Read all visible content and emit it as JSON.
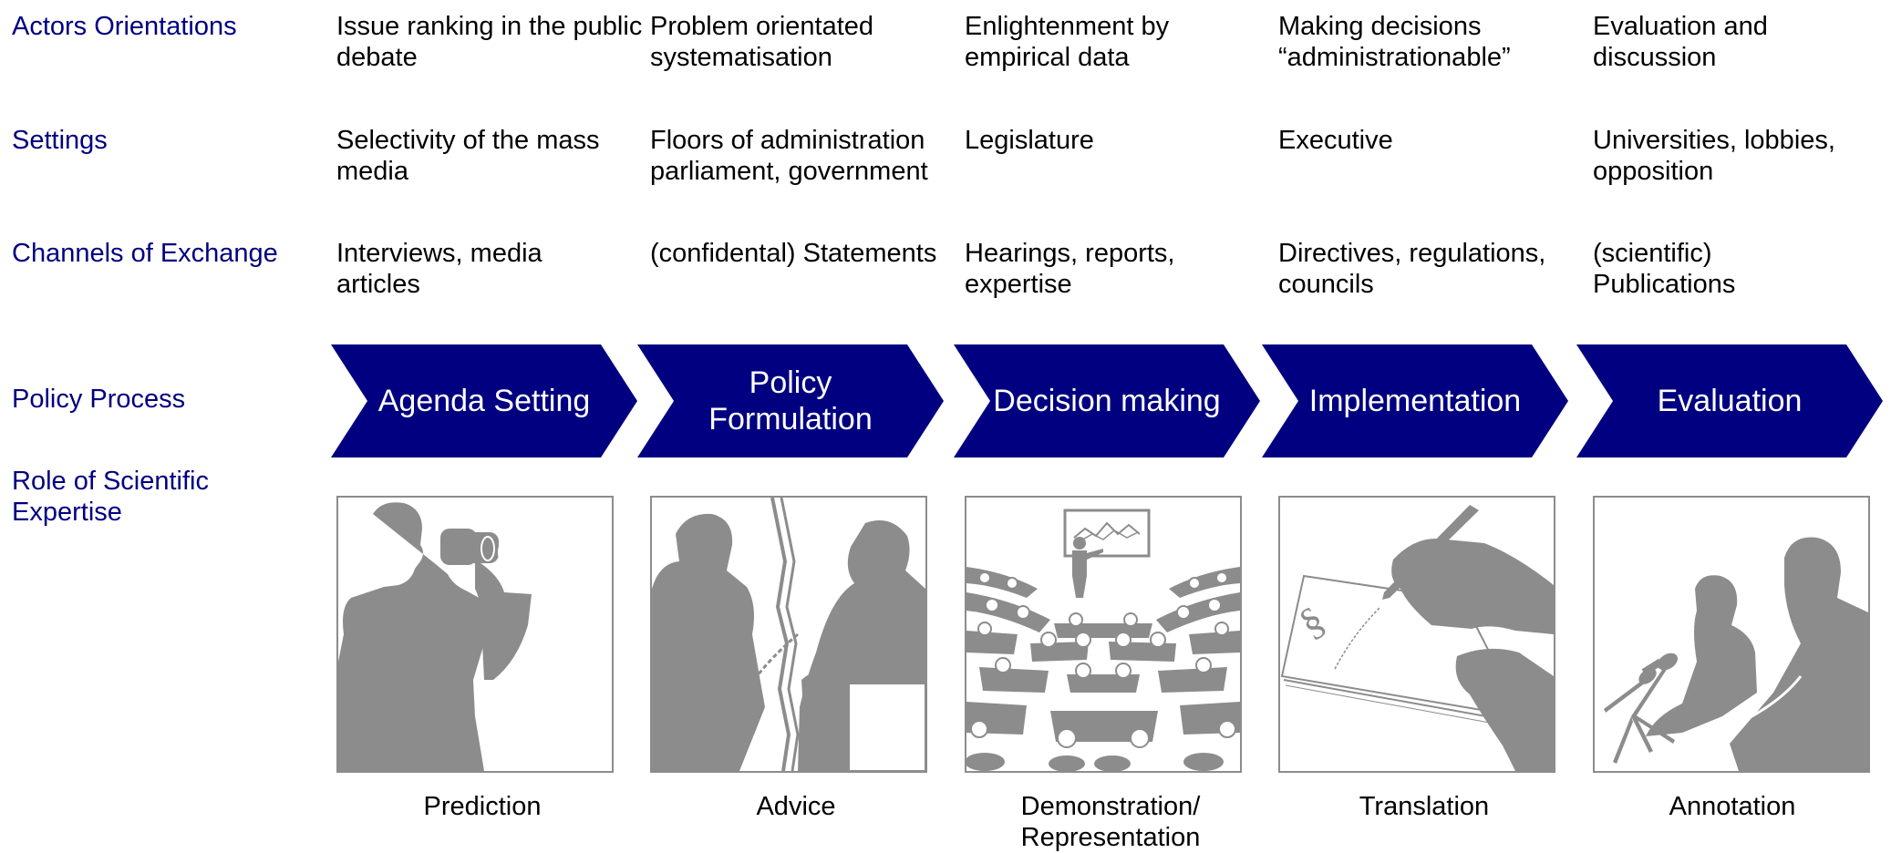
{
  "rows": {
    "actors": {
      "label": "Actors Orientations",
      "cells": [
        "Issue ranking in the public debate",
        "Problem orientated systematisation",
        "Enlightenment by empirical data",
        "Making decisions “administrationable”",
        "Evaluation and discussion"
      ]
    },
    "settings": {
      "label": "Settings",
      "cells": [
        "Selectivity of the mass media",
        "Floors of administration parliament, government",
        "Legislature",
        "Executive",
        "Universities, lobbies, opposition"
      ]
    },
    "channels": {
      "label": "Channels of Exchange",
      "cells": [
        "Interviews, media articles",
        "(confidental) Statements",
        "Hearings, reports, expertise",
        "Directives, regulations, councils",
        "(scientific) Publications"
      ]
    },
    "process": {
      "label": "Policy Process",
      "stages": [
        "Agenda Setting",
        "Policy Formulation",
        "Decision making",
        "Implementation",
        "Evaluation"
      ]
    },
    "role": {
      "label": "Role of Scientific Expertise",
      "captions": [
        "Prediction",
        "Advice",
        "Demonstration/ Representation",
        "Translation",
        "Annotation"
      ]
    }
  },
  "colors": {
    "label_blue": "#000080",
    "chevron_fill": "#000080",
    "silhouette_gray": "#8c8c8c"
  },
  "icons": [
    "binoculars-person-illustration",
    "advice-conversation-illustration",
    "parliament-presentation-illustration",
    "signing-document-illustration",
    "press-microphones-illustration"
  ]
}
